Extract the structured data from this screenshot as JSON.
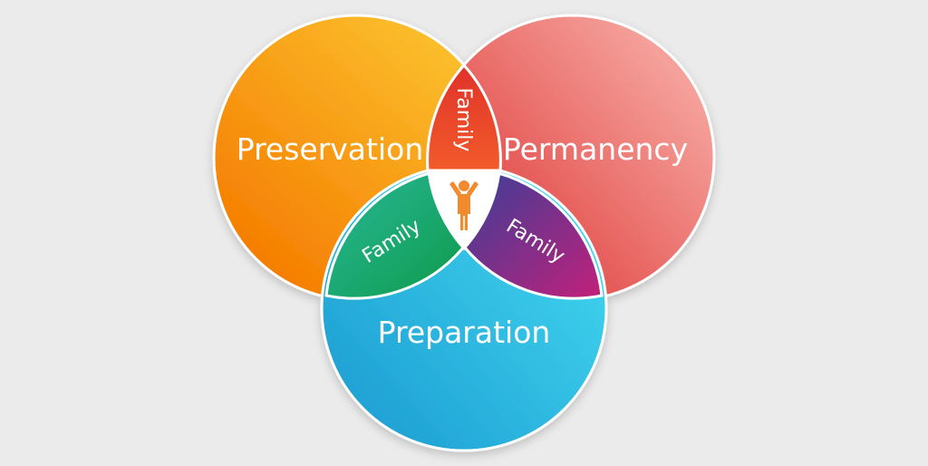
{
  "diagram": {
    "type": "venn",
    "circles": [
      {
        "label": "Preservation",
        "color_light": "#fbc02d",
        "color_dark": "#f57c00"
      },
      {
        "label": "Permanency",
        "color_light": "#f5a09a",
        "color_dark": "#e0403f"
      },
      {
        "label": "Preparation",
        "color_light": "#3fd3ee",
        "color_dark": "#1e9fd3"
      }
    ],
    "intersections": [
      {
        "label": "Family",
        "between": "Preservation and Permanency",
        "color_light": "#f25b2a",
        "color_dark": "#e0322a"
      },
      {
        "label": "Family",
        "between": "Preservation and Preparation",
        "color_light": "#29b89a",
        "color_dark": "#0e9a4a"
      },
      {
        "label": "Family",
        "between": "Permanency and Preparation",
        "color_light": "#3a3f98",
        "color_dark": "#c2207a"
      }
    ],
    "center": {
      "icon": "person-raised-arms-icon",
      "background": "#ffffff",
      "icon_color": "#f28a2e"
    },
    "outline_color": "#ffffff",
    "background": "#ebebeb"
  }
}
